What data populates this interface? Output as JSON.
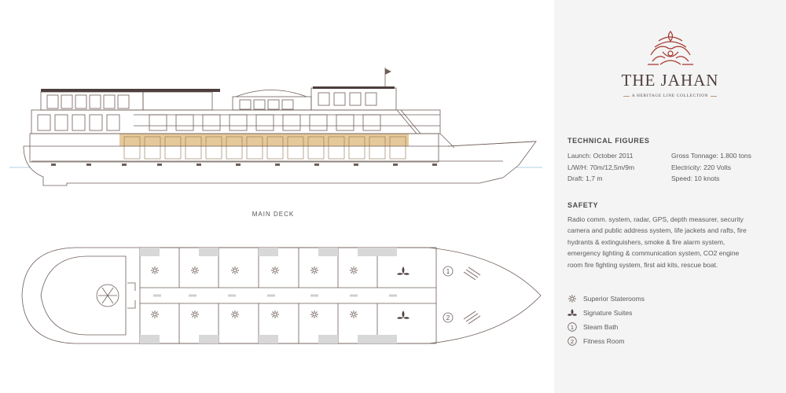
{
  "main_deck_label": "MAIN DECK",
  "brand": {
    "name": "THE JAHAN",
    "tagline": "A HERITAGE LINE COLLECTION",
    "logo_color": "#a3352b"
  },
  "technical": {
    "title": "TECHNICAL FIGURES",
    "left": [
      "Launch: October 2011",
      "L/W/H: 70m/12,5m/9m",
      "Draft: 1,7 m"
    ],
    "right": [
      "Gross Tonnage: 1.800 tons",
      "Electricity: 220 Volts",
      "Speed: 10 knots"
    ]
  },
  "safety": {
    "title": "SAFETY",
    "lines": [
      "Radio comm. system, radar, GPS, depth measurer, security",
      "camera and public address system, life jackets and rafts, fire",
      "hydrants & extinguishers, smoke & fire alarm system,",
      "emergency lighting & communication system, CO2 engine",
      "room fire fighting system, first aid kits, rescue boat."
    ]
  },
  "legend": [
    {
      "icon": "sun-icon",
      "label": "Superior Staterooms"
    },
    {
      "icon": "lotus-icon",
      "label": "Signature Suites"
    },
    {
      "icon": "circle-number-icon",
      "num": "1",
      "label": "Steam Bath"
    },
    {
      "icon": "circle-number-icon",
      "num": "2",
      "label": "Fitness Room"
    }
  ],
  "plan_markers": {
    "steam_bath": "1",
    "fitness_room": "2"
  },
  "colors": {
    "deck_highlight": "#e6c99a",
    "panel_bg": "#f4f4f4",
    "line": "#6e5e58",
    "water": "#bfdbe6"
  }
}
